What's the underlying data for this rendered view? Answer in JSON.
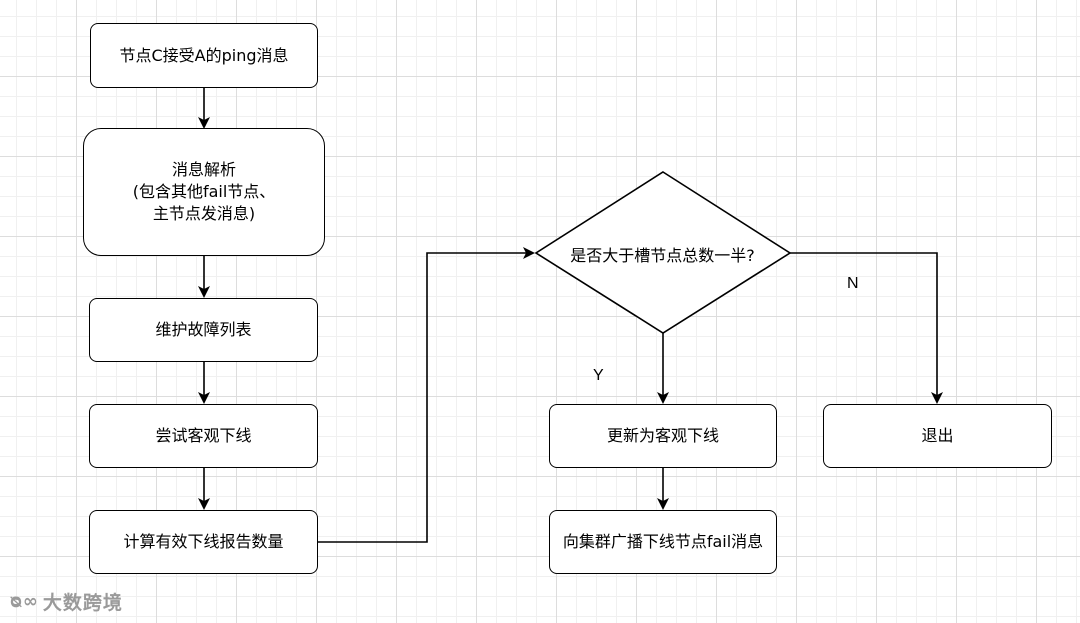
{
  "nodes": {
    "receive_ping": "节点C接受A的ping消息",
    "parse_message": "消息解析\n(包含其他fail节点、\n主节点发消息)",
    "maintain_list": "维护故障列表",
    "try_offline": "尝试客观下线",
    "count_reports": "计算有效下线报告数量",
    "decision": "是否大于槽节点总数一半?",
    "update_offline": "更新为客观下线",
    "exit": "退出",
    "broadcast": "向集群广播下线节点fail消息"
  },
  "edge_labels": {
    "yes": "Y",
    "no": "N"
  },
  "watermark": {
    "logo": "ᴓ∞",
    "text": "大数跨境"
  },
  "colors": {
    "stroke": "#000000",
    "grid_major": "#dddddd",
    "grid_minor": "#f0f0f0",
    "watermark": "#9a9a9a"
  }
}
